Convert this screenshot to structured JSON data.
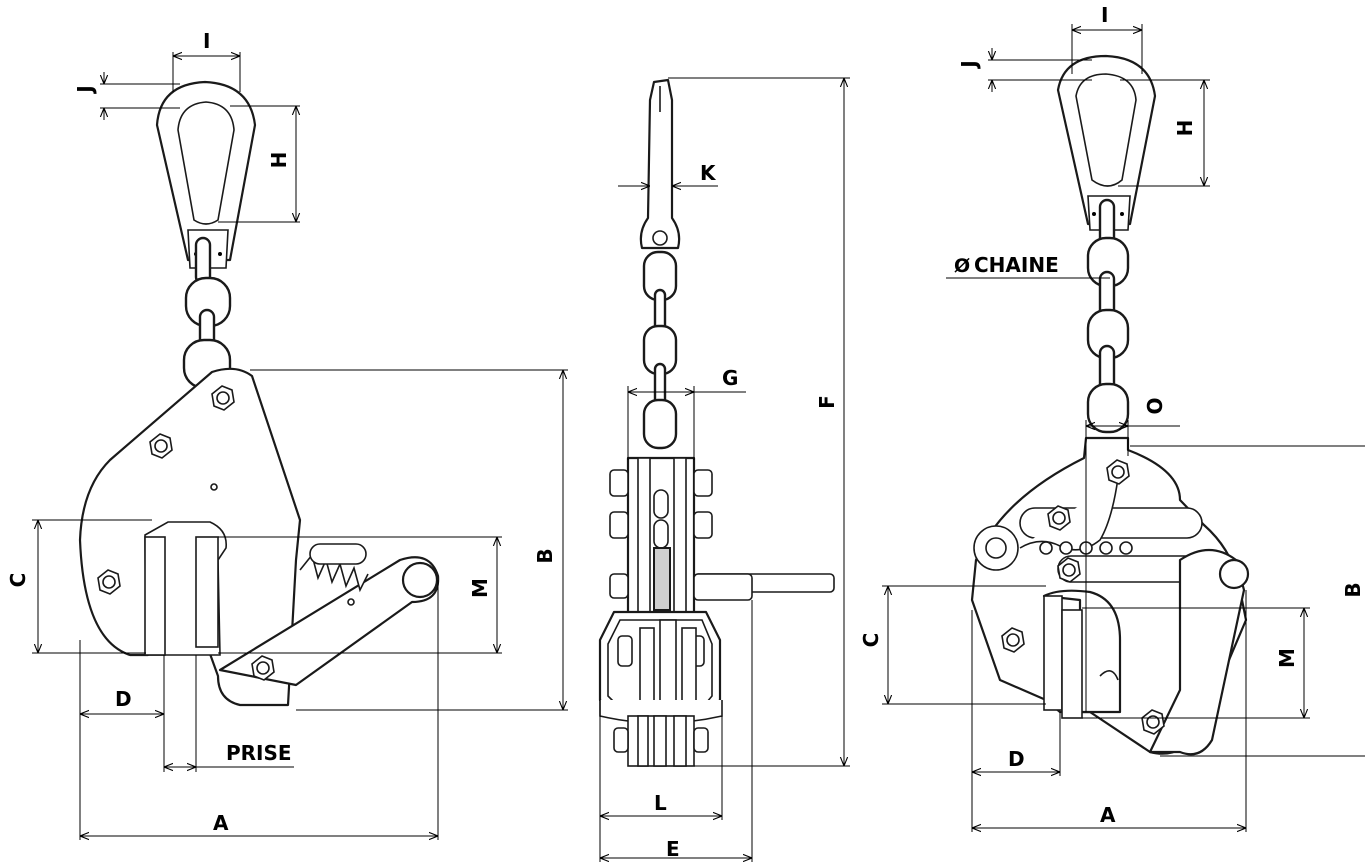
{
  "labels": {
    "i": "I",
    "j": "J",
    "h": "H",
    "k": "K",
    "g": "G",
    "f": "F",
    "b": "B",
    "c": "C",
    "m": "M",
    "d": "D",
    "a": "A",
    "l": "L",
    "e": "E",
    "o": "O",
    "prise": "PRISE",
    "chaine": "CHAINE",
    "diameter_symbol": "Ø"
  }
}
